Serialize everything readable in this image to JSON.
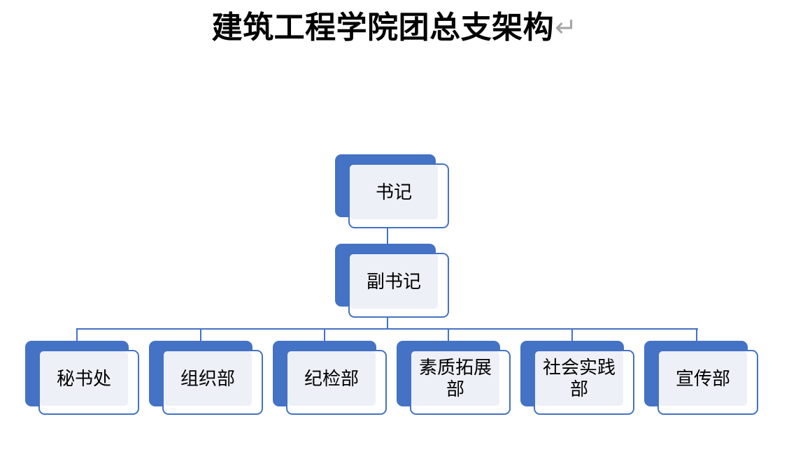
{
  "title": {
    "text": "建筑工程学院团总支架构",
    "paragraph_mark": "↵",
    "paragraph_mark_color": "#a6a6a6"
  },
  "colors": {
    "accent_blue": "#4472c4",
    "panel_fill": "#edf0f7",
    "card_fill": "#ffffff",
    "background": "#ffffff",
    "text": "#000000"
  },
  "chart_data": {
    "type": "diagram",
    "diagram_type": "organization-chart",
    "title": "建筑工程学院团总支架构",
    "levels": 3,
    "nodes": [
      {
        "id": "n1",
        "label": "书记",
        "level": 1,
        "parent": null
      },
      {
        "id": "n2",
        "label": "副书记",
        "level": 2,
        "parent": "n1"
      },
      {
        "id": "n3",
        "label": "秘书处",
        "level": 3,
        "parent": "n2"
      },
      {
        "id": "n4",
        "label": "组织部",
        "level": 3,
        "parent": "n2"
      },
      {
        "id": "n5",
        "label": "纪检部",
        "level": 3,
        "parent": "n2"
      },
      {
        "id": "n6",
        "label": "素质拓展\n部",
        "level": 3,
        "parent": "n2"
      },
      {
        "id": "n7",
        "label": "社会实践\n部",
        "level": 3,
        "parent": "n2"
      },
      {
        "id": "n8",
        "label": "宣传部",
        "level": 3,
        "parent": "n2"
      }
    ]
  },
  "nodes": {
    "secretary": {
      "label": "书记"
    },
    "deputy_secretary": {
      "label": "副书记"
    },
    "secretariat": {
      "label": "秘书处"
    },
    "organization": {
      "label": "组织部"
    },
    "discipline": {
      "label": "纪检部"
    },
    "quality_dev": {
      "label": "素质拓展\n部"
    },
    "social_practice": {
      "label": "社会实践\n部"
    },
    "publicity": {
      "label": "宣传部"
    }
  }
}
